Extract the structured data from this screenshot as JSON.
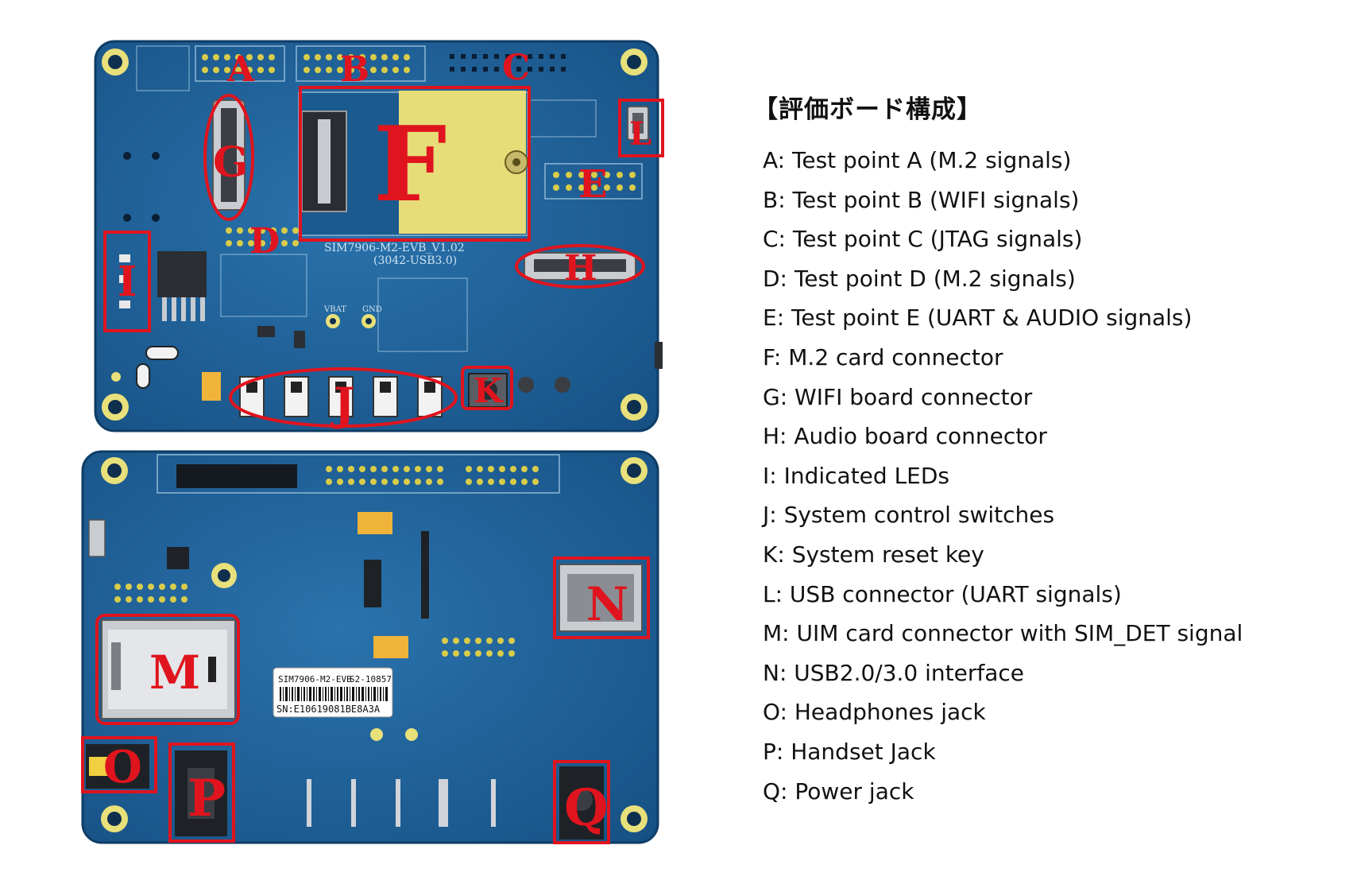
{
  "legend": {
    "title": "【評価ボード構成】",
    "items": [
      "A: Test point A (M.2 signals)",
      "B: Test point B (WIFI signals)",
      "C: Test point C (JTAG signals)",
      "D: Test point D (M.2 signals)",
      "E: Test point E (UART & AUDIO signals)",
      "F: M.2 card connector",
      "G: WIFI board connector",
      "H: Audio board connector",
      "I: Indicated LEDs",
      "J: System control switches",
      "K: System reset key",
      "L: USB connector (UART signals)",
      "M: UIM card connector with SIM_DET signal",
      "N: USB2.0/3.0 interface",
      "O: Headphones jack",
      "P: Handset Jack",
      "Q: Power jack"
    ]
  },
  "top_board": {
    "silkscreen_model": "SIM7906-M2-EVB_V1.02",
    "silkscreen_sub": "(3042-USB3.0)",
    "vbat_label": "VBAT",
    "gnd_label": "GND",
    "callouts": [
      "A",
      "B",
      "C",
      "D",
      "E",
      "F",
      "G",
      "H",
      "I",
      "J",
      "K",
      "L"
    ]
  },
  "bottom_board": {
    "label_model": "SIM7906-M2-EVB",
    "label_code": "S2-10857",
    "label_serial": "SN:E10619081BE8A3A",
    "callouts": [
      "M",
      "N",
      "O",
      "P",
      "Q"
    ]
  },
  "colors": {
    "pcb": "#1b5f96",
    "callout": "#e0141e",
    "pad": "#d8cc4a",
    "module": "#e6dc78"
  }
}
